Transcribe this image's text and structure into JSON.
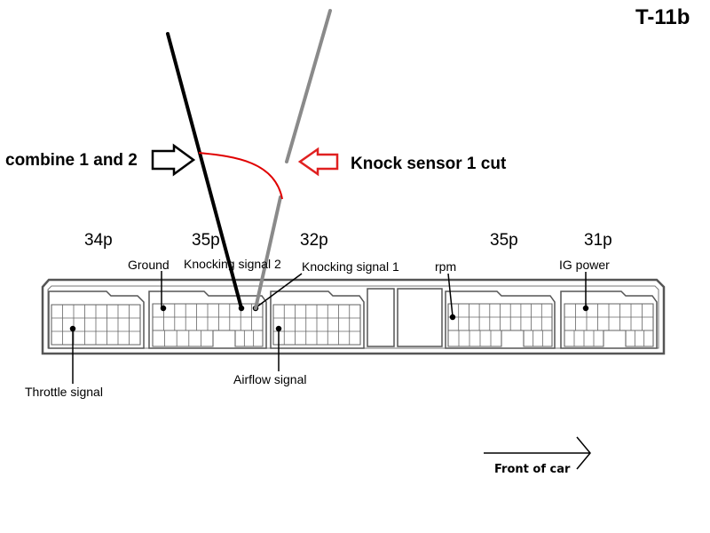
{
  "title": "T-11b",
  "annotations": {
    "combine": "combine 1 and 2",
    "knock_cut": "Knock sensor 1 cut",
    "front_of_car": "Front of car"
  },
  "connectors": [
    {
      "pins": "34p"
    },
    {
      "pins": "35p"
    },
    {
      "pins": "32p"
    },
    {
      "pins": "35p"
    },
    {
      "pins": "31p"
    }
  ],
  "signals": {
    "ground": "Ground",
    "knock2": "Knocking signal 2",
    "knock1": "Knocking signal 1",
    "rpm": "rpm",
    "ig": "IG power",
    "throttle": "Throttle signal",
    "airflow": "Airflow signal"
  },
  "colors": {
    "wire_black": "#000000",
    "wire_gray": "#8a8a8a",
    "splice_red": "#e00000",
    "connector_outline": "#555555"
  }
}
